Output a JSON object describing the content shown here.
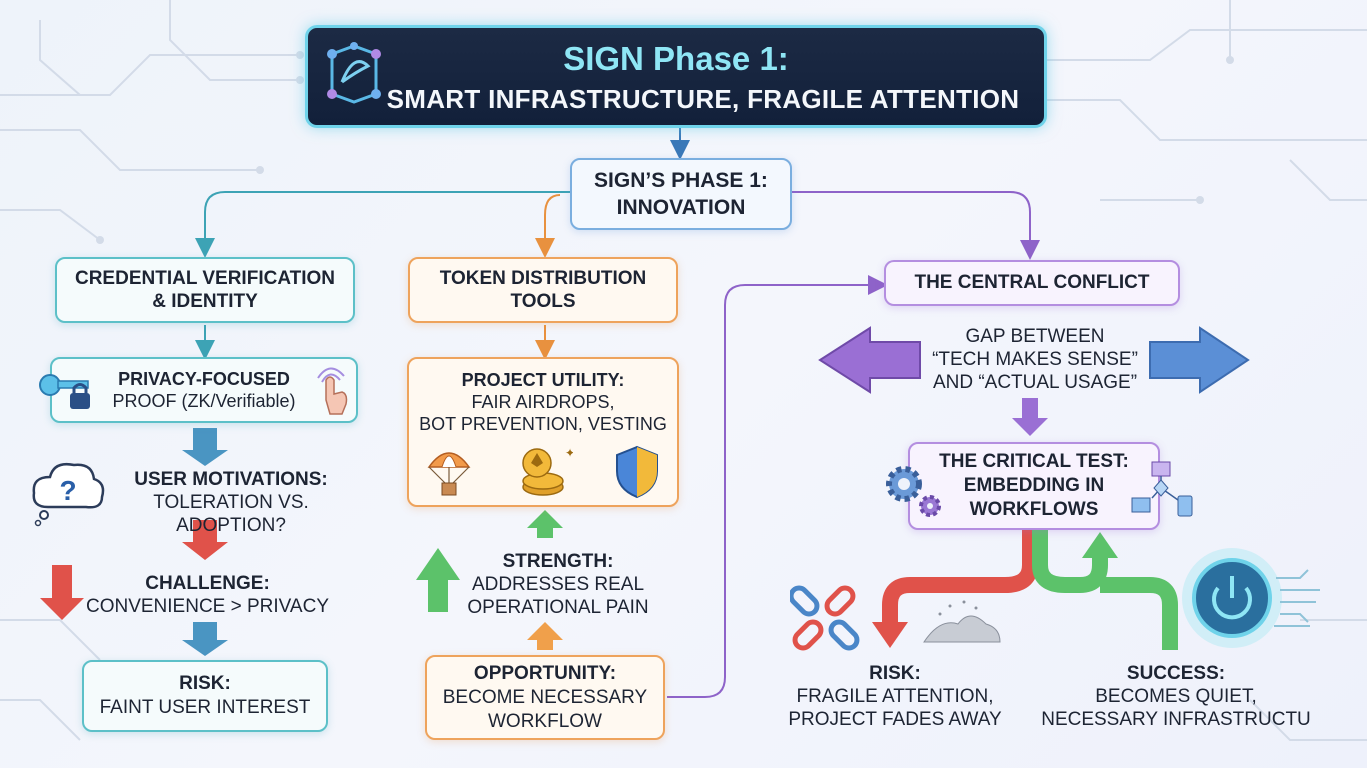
{
  "title": {
    "line1": "SIGN Phase 1:",
    "line2": "SMART INFRASTRUCTURE, FRAGILE ATTENTION"
  },
  "phase": {
    "line1": "SIGN’S PHASE 1:",
    "line2": "INNOVATION"
  },
  "left": {
    "header": {
      "line1": "CREDENTIAL VERIFICATION",
      "line2": "& IDENTITY"
    },
    "privacy": {
      "line1": "PRIVACY-FOCUSED",
      "line2": "PROOF (ZK/Verifiable)"
    },
    "motivations": {
      "line1": "USER MOTIVATIONS:",
      "line2": "TOLERATION VS. ADOPTION?"
    },
    "challenge": {
      "line1": "CHALLENGE:",
      "line2": "CONVENIENCE > PRIVACY"
    },
    "risk": {
      "line1": "RISK:",
      "line2": "FAINT USER INTEREST"
    }
  },
  "middle": {
    "header": {
      "line1": "TOKEN DISTRIBUTION",
      "line2": "TOOLS"
    },
    "utility": {
      "line1": "PROJECT UTILITY:",
      "line2": "FAIR AIRDROPS,",
      "line3": "BOT PREVENTION, VESTING"
    },
    "strength": {
      "line1": "STRENGTH:",
      "line2": "ADDRESSES REAL",
      "line3": "OPERATIONAL PAIN"
    },
    "opportunity": {
      "line1": "OPPORTUNITY:",
      "line2": "BECOME NECESSARY",
      "line3": "WORKFLOW"
    }
  },
  "right": {
    "header": "THE CENTRAL CONFLICT",
    "gap": {
      "line1": "GAP BETWEEN",
      "line2": "“TECH MAKES SENSE”",
      "line3": "AND “ACTUAL USAGE”"
    },
    "test": {
      "line1": "THE CRITICAL TEST:",
      "line2": "EMBEDDING IN",
      "line3": "WORKFLOWS"
    },
    "risk": {
      "line1": "RISK:",
      "line2": "FRAGILE ATTENTION,",
      "line3": "PROJECT FADES AWAY"
    },
    "success": {
      "line1": "SUCCESS:",
      "line2": "BECOMES QUIET,",
      "line3": "NECESSARY INFRASTRUCTU"
    }
  },
  "colors": {
    "teal": "#5cc0c8",
    "orange": "#eea35c",
    "purple": "#b48ee0",
    "blue": "#7aaedf",
    "red": "#e0524a",
    "green": "#5cc26a",
    "navy": "#12203a"
  }
}
